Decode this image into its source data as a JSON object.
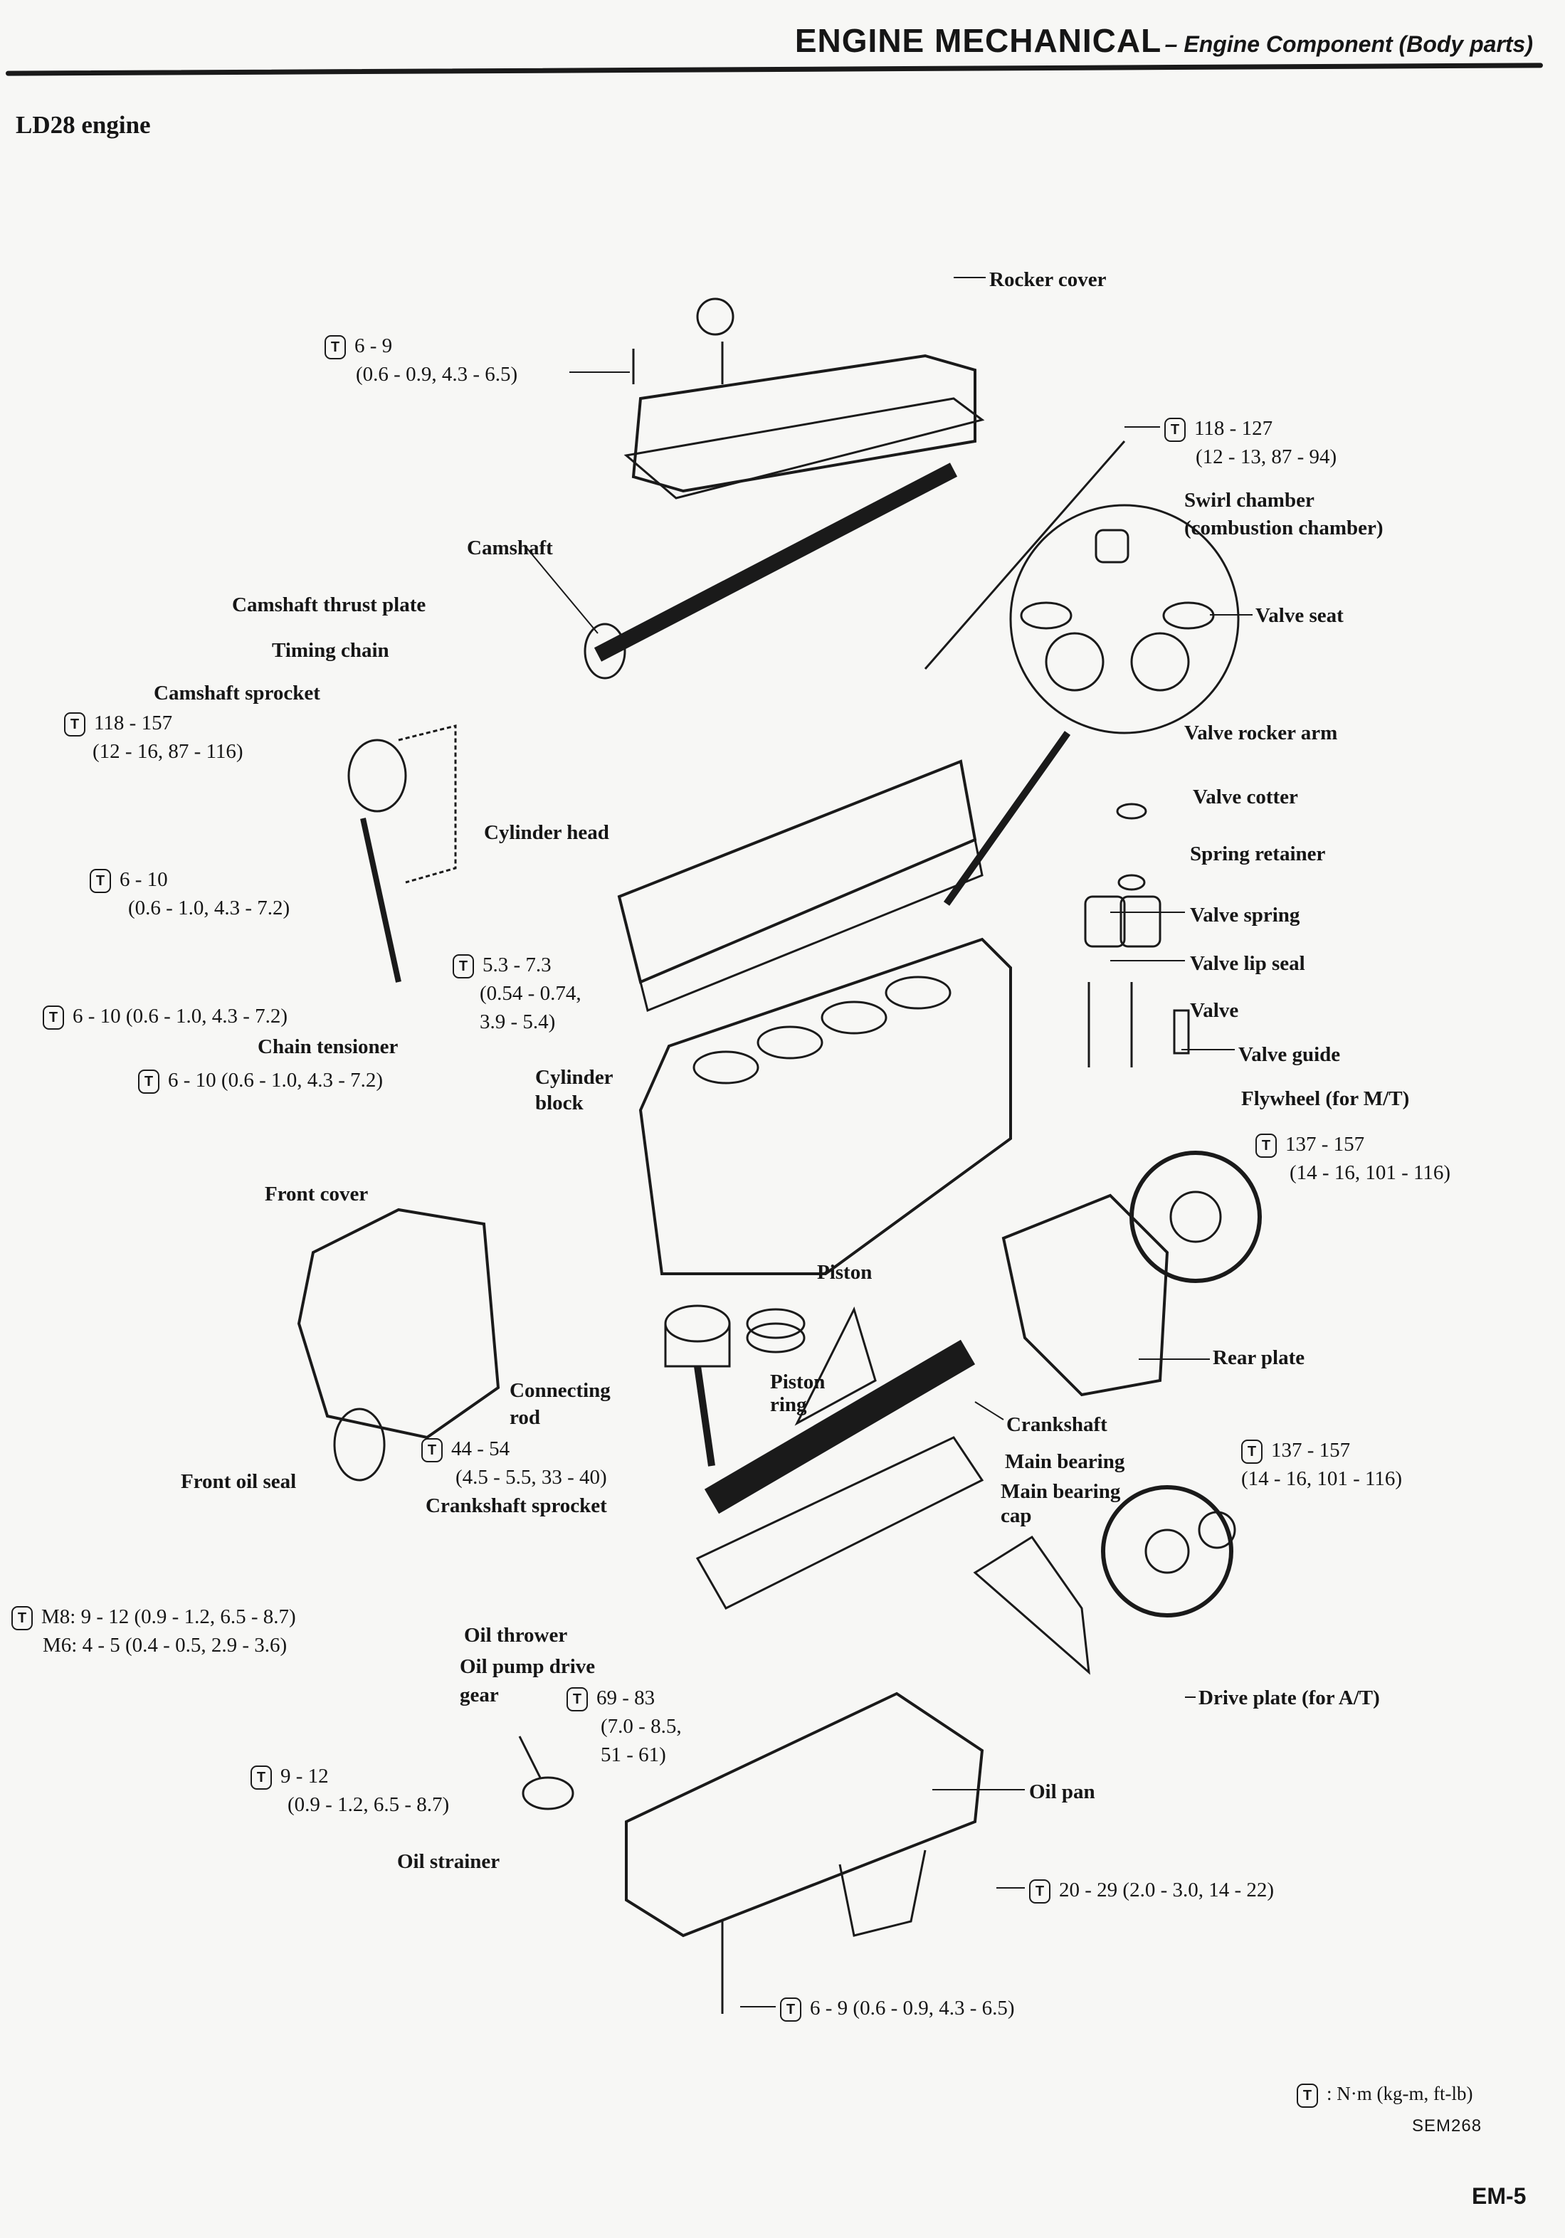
{
  "header": {
    "title": "ENGINE MECHANICAL",
    "subtitle": "– Engine Component (Body parts)"
  },
  "section_title": "LD28 engine",
  "parts": {
    "rocker_cover": "Rocker cover",
    "swirl_chamber": "Swirl chamber",
    "swirl_chamber_2": "(combustion chamber)",
    "camshaft": "Camshaft",
    "valve_seat": "Valve seat",
    "camshaft_thrust_plate": "Camshaft thrust plate",
    "timing_chain": "Timing chain",
    "camshaft_sprocket": "Camshaft sprocket",
    "valve_rocker_arm": "Valve rocker arm",
    "valve_cotter": "Valve cotter",
    "cylinder_head": "Cylinder head",
    "spring_retainer": "Spring retainer",
    "valve_spring": "Valve spring",
    "valve_lip_seal": "Valve lip seal",
    "valve": "Valve",
    "chain_tensioner": "Chain tensioner",
    "valve_guide": "Valve guide",
    "cylinder_block": "Cylinder",
    "cylinder_block_2": "block",
    "flywheel": "Flywheel (for M/T)",
    "front_cover": "Front cover",
    "piston": "Piston",
    "rear_plate": "Rear plate",
    "connecting_rod": "Connecting",
    "connecting_rod_2": "rod",
    "piston_ring": "Piston",
    "piston_ring_2": "ring",
    "crankshaft": "Crankshaft",
    "main_bearing": "Main bearing",
    "front_oil_seal": "Front oil  seal",
    "main_bearing_cap": "Main bearing",
    "main_bearing_cap_2": "cap",
    "crankshaft_sprocket": "Crankshaft sprocket",
    "oil_thrower": "Oil thrower",
    "oil_pump_drive_gear": "Oil pump drive",
    "oil_pump_drive_gear_2": "gear",
    "drive_plate": "Drive plate (for A/T)",
    "oil_pan": "Oil pan",
    "oil_strainer": "Oil strainer"
  },
  "torques": {
    "rocker_cover_bolt": {
      "line1": "6 - 9",
      "line2": "(0.6 - 0.9, 4.3 - 6.5)"
    },
    "head_bolt": {
      "line1": "118 - 127",
      "line2": "(12 - 13, 87 - 94)"
    },
    "cam_sprocket_bolt": {
      "line1": "118 - 157",
      "line2": "(12 - 16, 87 - 116)"
    },
    "tensioner_bolt_a": {
      "line1": "6 - 10",
      "line2": "(0.6 - 1.0, 4.3 - 7.2)"
    },
    "head_front_bolt": {
      "line1": "5.3 - 7.3",
      "line2": "(0.54 - 0.74,",
      "line3": "3.9 - 5.4)"
    },
    "tensioner_bolt_b": {
      "line1": "6 - 10 (0.6 - 1.0, 4.3 - 7.2)"
    },
    "tensioner_bolt_c": {
      "line1": "6 - 10 (0.6 - 1.0, 4.3 - 7.2)"
    },
    "flywheel_bolt": {
      "line1": "137 - 157",
      "line2": "(14 - 16, 101 - 116)"
    },
    "conrod_nut": {
      "line1": "44 - 54",
      "line2": "(4.5 - 5.5, 33 - 40)"
    },
    "drive_plate_bolt": {
      "line1": "137 - 157",
      "line2": "(14 - 16, 101 - 116)"
    },
    "front_cover_bolt": {
      "line1": "M8:  9 - 12 (0.9 - 1.2, 6.5 - 8.7)",
      "line2": "M6:  4 - 5 (0.4 - 0.5, 2.9 - 3.6)"
    },
    "main_cap_bolt": {
      "line1": "69 - 83",
      "line2": "(7.0 - 8.5,",
      "line3": "51 - 61)"
    },
    "strainer_bolt": {
      "line1": "9 - 12",
      "line2": "(0.9 - 1.2, 6.5 - 8.7)"
    },
    "drain_plug": {
      "line1": "20 - 29 (2.0 - 3.0, 14 - 22)"
    },
    "oil_pan_bolt": {
      "line1": "6 - 9 (0.6 - 0.9, 4.3 - 6.5)"
    }
  },
  "legend": {
    "symbol": "T",
    "text": ":  N·m  (kg-m, ft-lb)"
  },
  "figure_id": "SEM268",
  "page_number": "EM-5"
}
